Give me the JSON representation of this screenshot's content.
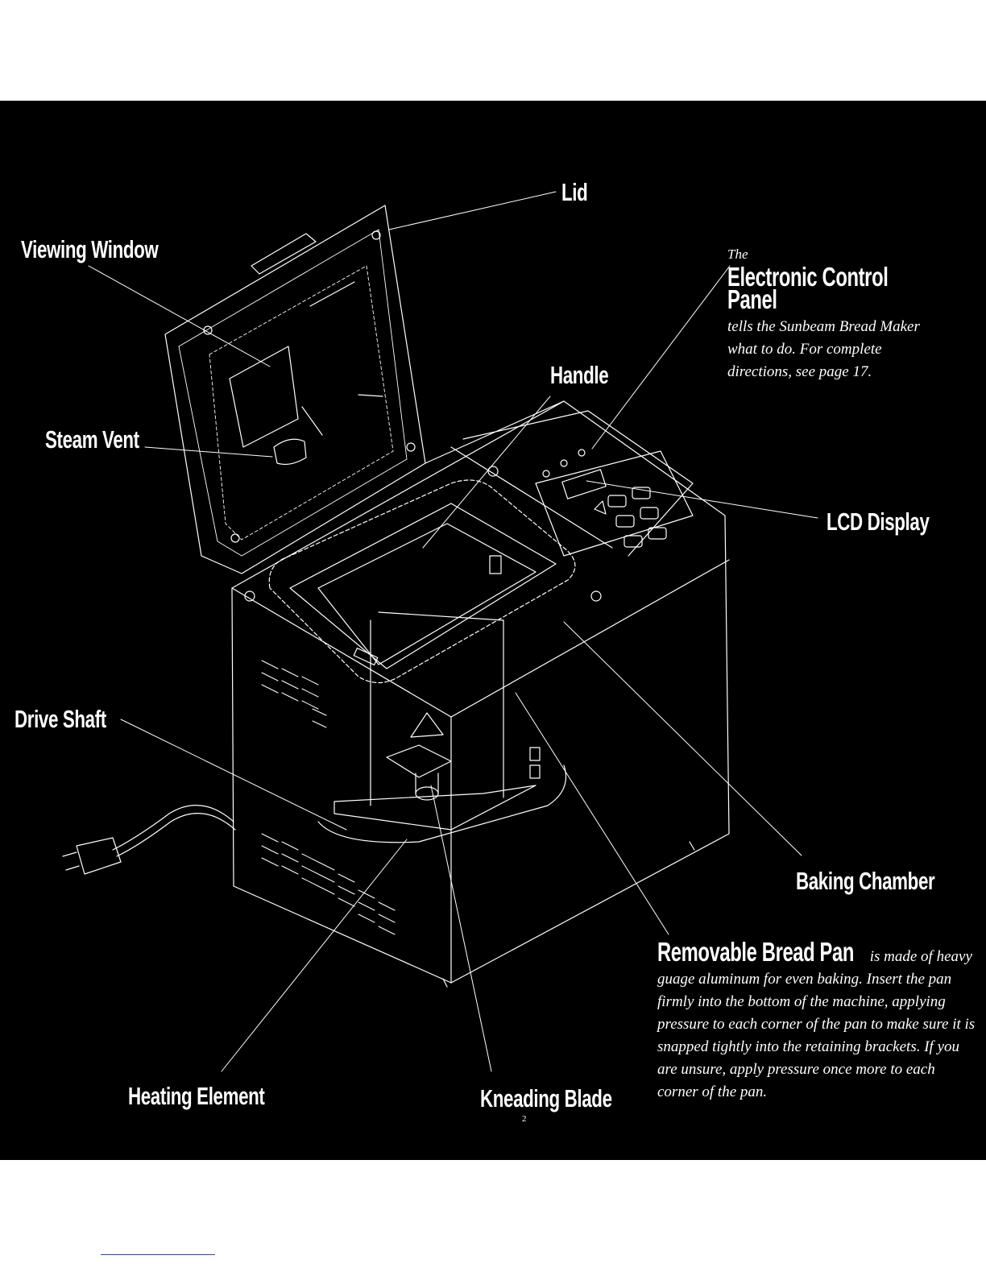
{
  "labels": {
    "lid": "Lid",
    "viewing_window": "Viewing Window",
    "steam_vent": "Steam Vent",
    "handle": "Handle",
    "lcd_display": "LCD Display",
    "drive_shaft": "Drive Shaft",
    "baking_chamber": "Baking Chamber",
    "heating_element": "Heating Element",
    "kneading_blade": "Kneading Blade"
  },
  "control_panel": {
    "prefix": "The",
    "title": "Electronic Control Panel",
    "text": "tells the Sunbeam Bread Maker what to do. For complete directions, see page 17."
  },
  "bread_pan": {
    "title": "Removable Bread Pan",
    "text": "is made of heavy guage aluminum for even baking. Insert the pan firmly into the bottom of the machine, applying pressure to each corner of the pan to make sure it is snapped tightly into the retaining brackets. If you are unsure, apply pressure once more to each corner of the pan."
  },
  "page_number": "2",
  "colors": {
    "background": "#000000",
    "ink": "#ffffff",
    "rule": "#2c3ec4"
  }
}
